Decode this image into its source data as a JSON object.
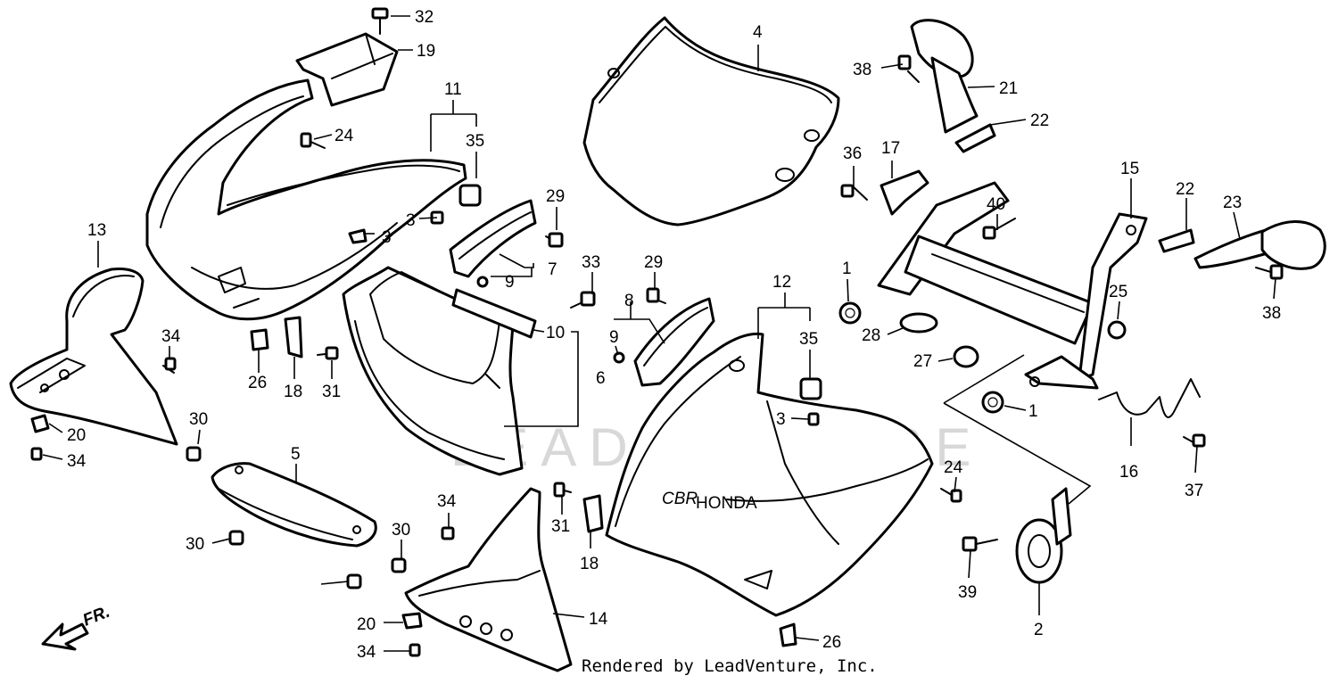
{
  "diagram": {
    "watermark": "LEADVENTURE",
    "decal_brand": "CBR",
    "decal_maker": "HONDA",
    "direction_label": "FR.",
    "credit": "Rendered by LeadVenture, Inc.",
    "callouts": [
      "32",
      "19",
      "11",
      "24",
      "35",
      "3",
      "3",
      "13",
      "34",
      "20",
      "34",
      "30",
      "26",
      "18",
      "31",
      "5",
      "30",
      "30",
      "29",
      "9",
      "7",
      "10",
      "6",
      "33",
      "8",
      "29",
      "9",
      "34",
      "31",
      "18",
      "20",
      "34",
      "14",
      "4",
      "12",
      "35",
      "3",
      "24",
      "26",
      "38",
      "21",
      "22",
      "36",
      "17",
      "15",
      "22",
      "23",
      "40",
      "1",
      "28",
      "27",
      "25",
      "38",
      "1",
      "16",
      "37",
      "39",
      "2"
    ]
  }
}
